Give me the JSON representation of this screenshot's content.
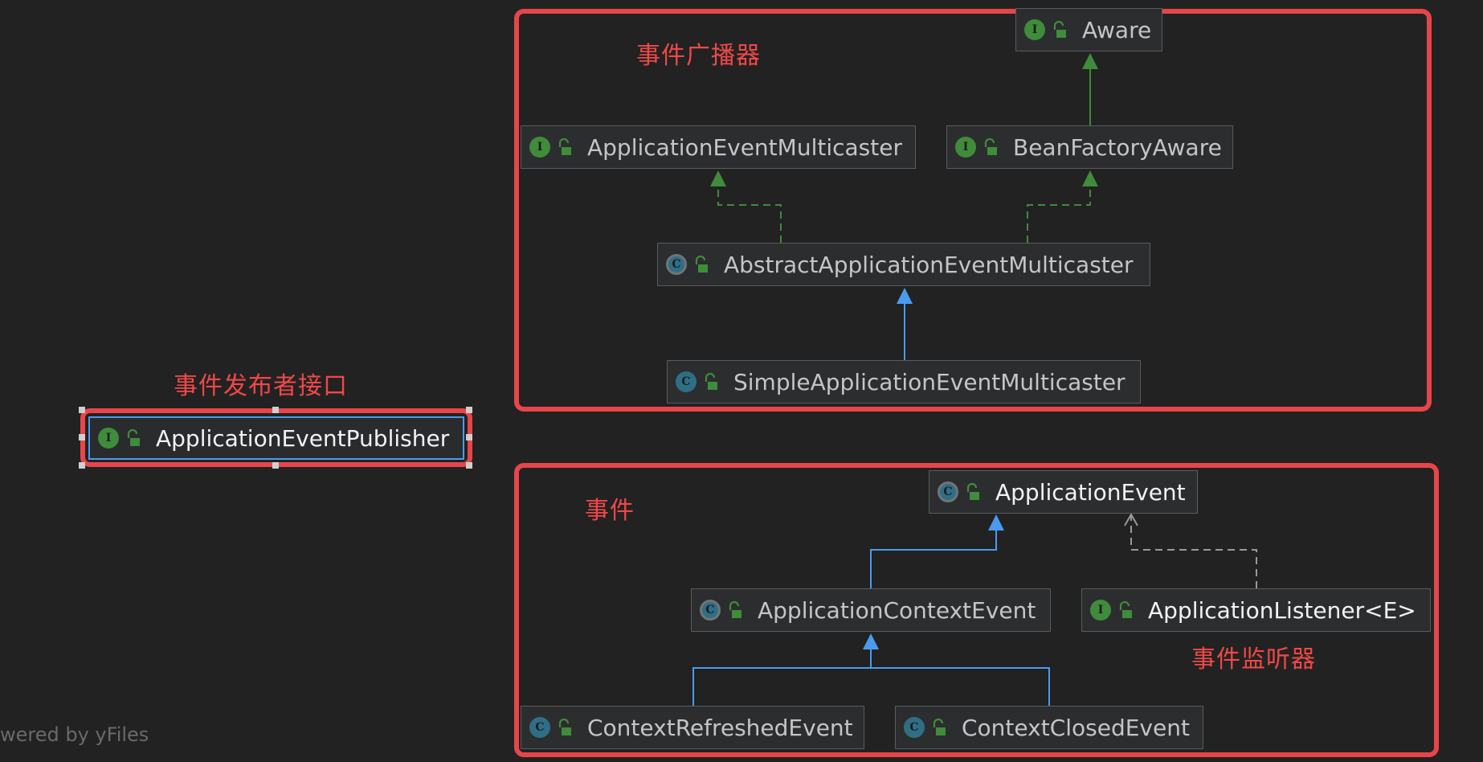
{
  "annotations": {
    "broadcaster": "事件广播器",
    "publisher": "事件发布者接口",
    "event": "事件",
    "listener": "事件监听器"
  },
  "nodes": {
    "aware": {
      "label": "Aware",
      "kind": "interface"
    },
    "multicaster": {
      "label": "ApplicationEventMulticaster",
      "kind": "interface"
    },
    "bean_factory_aware": {
      "label": "BeanFactoryAware",
      "kind": "interface"
    },
    "abstract_multicaster": {
      "label": "AbstractApplicationEventMulticaster",
      "kind": "abstract-class"
    },
    "simple_multicaster": {
      "label": "SimpleApplicationEventMulticaster",
      "kind": "class"
    },
    "publisher": {
      "label": "ApplicationEventPublisher",
      "kind": "interface"
    },
    "application_event": {
      "label": "ApplicationEvent",
      "kind": "abstract-class"
    },
    "context_event": {
      "label": "ApplicationContextEvent",
      "kind": "abstract-class"
    },
    "listener": {
      "label": "ApplicationListener<E>",
      "kind": "interface"
    },
    "refreshed_event": {
      "label": "ContextRefreshedEvent",
      "kind": "class"
    },
    "closed_event": {
      "label": "ContextClosedEvent",
      "kind": "class"
    }
  },
  "icons": {
    "interface": "I",
    "class": "C"
  },
  "colors": {
    "background": "#222222",
    "frame": "#e8454a",
    "annotation": "#f04848",
    "implements_arrow": "#3f8c3a",
    "extends_arrow": "#4a9bef",
    "dependency_arrow": "#9a9a9a"
  },
  "footer": {
    "watermark": "wered by yFiles"
  }
}
